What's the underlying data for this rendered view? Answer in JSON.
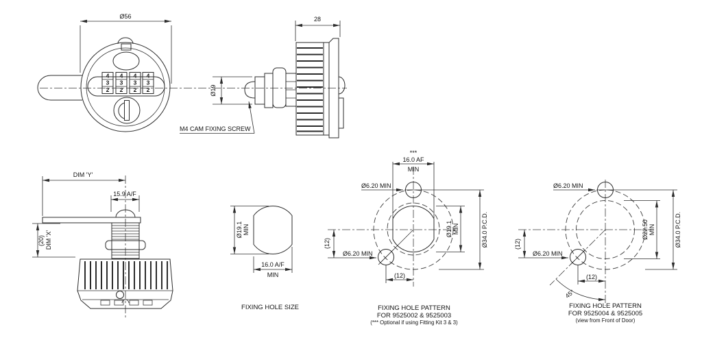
{
  "front_view": {
    "dim_diameter": "Ø56",
    "dial_digits": [
      "4",
      "3",
      "2"
    ]
  },
  "side_view": {
    "dim_depth": "28",
    "dim_shaft_diameter": "Ø19",
    "screw_label": "M4 CAM FIXING SCREW"
  },
  "cam_view": {
    "dim_y": "DIM 'Y'",
    "dim_across_flats": "15.9 A/F",
    "dim_x_value": "(20)",
    "dim_x": "DIM 'X'"
  },
  "hole_size": {
    "dim_diameter": "Ø19.1",
    "dim_diameter_min": "MIN",
    "dim_across_flats": "16.0 A/F",
    "dim_across_flats_min": "MIN",
    "caption": "FIXING HOLE SIZE"
  },
  "pattern_a": {
    "footnote_marker": "***",
    "dim_across_flats": "16.0 AF",
    "dim_across_flats_min": "MIN",
    "hole_diameter": "Ø6.20 MIN",
    "offset_vertical": "(12)",
    "offset_horizontal": "(12)",
    "dim_center_hole": "Ø19.1",
    "dim_center_hole_min": "MIN",
    "dim_pcd": "Ø34.0 P.C.D.",
    "caption_line1": "FIXING HOLE PATTERN",
    "caption_line2": "FOR 9525002 & 9525003",
    "caption_line3": "(*** Optional if using Fitting Kit 3 & 3)"
  },
  "pattern_b": {
    "hole_diameter": "Ø6.20 MIN",
    "offset_vertical": "(12)",
    "offset_horizontal": "(12)",
    "dim_inner_circle": "Ø22.50",
    "dim_inner_circle_min": "MIN",
    "dim_pcd": "Ø34.0 P.C.D.",
    "dim_angle": "45°",
    "caption_line1": "FIXING HOLE PATTERN",
    "caption_line2": "FOR 9525004 & 9525005",
    "caption_line3": "(view from Front of Door)"
  }
}
